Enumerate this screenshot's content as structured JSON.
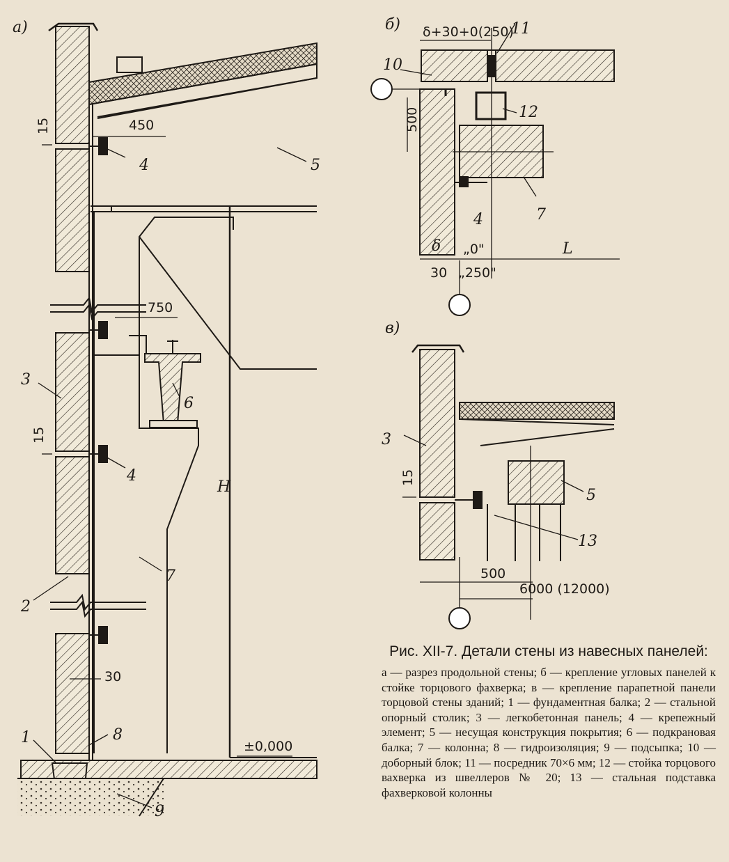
{
  "caption": {
    "title": "Рис. XII-7. Детали стены из навесных панелей:",
    "body": "а — разрез продольной стены; б — крепление угловых панелей к стойке торцового фахверка; в — крепление парапетной панели торцовой стены зданий; 1 — фундаментная балка; 2 — стальной опорный столик; 3 — легкобетонная панель; 4 — крепежный элемент; 5 — несущая конструкция покрытия; 6 — подкрановая балка; 7 — колонна; 8 — гидроизоляция; 9 — подсыпка; 10 — доборный блок; 11 — посредник 70×6 мм; 12 — стойка торцового вахверка из швеллеров № 20; 13 — стальная подставка фахверковой колонны"
  },
  "panel_a": {
    "letter": "а)",
    "dims": {
      "d15_top": "15",
      "d450": "450",
      "d750": "750",
      "d15_mid": "15",
      "d30": "30",
      "level": "±0,000",
      "H": "H"
    },
    "callouts": {
      "c1": "1",
      "c2": "2",
      "c3": "3",
      "c4a": "4",
      "c4b": "4",
      "c5": "5",
      "c6": "6",
      "c7": "7",
      "c8": "8",
      "c9": "9"
    }
  },
  "panel_b": {
    "letter": "б)",
    "dims": {
      "top": "δ+30+0(250)",
      "d500": "500",
      "delta": "δ",
      "zero": "„0\"",
      "L": "L",
      "d30": "30",
      "d250": "„250\""
    },
    "callouts": {
      "c10": "10",
      "c11": "11",
      "c12": "12",
      "c4": "4",
      "c7": "7"
    }
  },
  "panel_c": {
    "letter": "в)",
    "dims": {
      "d15": "15",
      "d500": "500",
      "d6000": "6000 (12000)"
    },
    "callouts": {
      "c3": "3",
      "c5": "5",
      "c13": "13"
    }
  },
  "colors": {
    "paper": "#ece3d2",
    "ink": "#1e1a16"
  }
}
